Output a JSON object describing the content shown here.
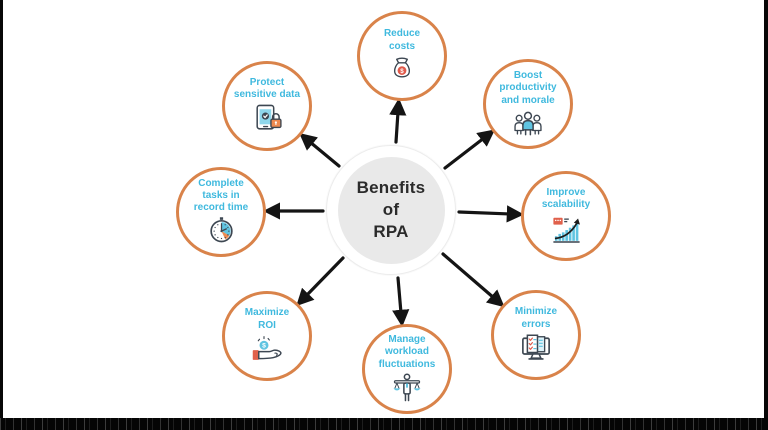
{
  "center": {
    "title": "Benefits\nof\nRPA"
  },
  "nodes": [
    {
      "id": "reduce-costs",
      "label": "Reduce\ncosts",
      "icon": "money-bag-icon"
    },
    {
      "id": "boost-productivity-and-morale",
      "label": "Boost\nproductivity\nand morale",
      "icon": "team-icon"
    },
    {
      "id": "improve-scalability",
      "label": "Improve\nscalability",
      "icon": "growth-chart-icon"
    },
    {
      "id": "minimize-errors",
      "label": "Minimize\nerrors",
      "icon": "monitor-checklist-icon"
    },
    {
      "id": "manage-workload-fluctuations",
      "label": "Manage\nworkload\nfluctuations",
      "icon": "balance-scales-icon"
    },
    {
      "id": "maximize-roi",
      "label": "Maximize\nROI",
      "icon": "hand-coin-icon"
    },
    {
      "id": "complete-tasks-in-record-time",
      "label": "Complete\ntasks in\nrecord time",
      "icon": "stopwatch-icon"
    },
    {
      "id": "protect-sensitive-data",
      "label": "Protect\nsensitive data",
      "icon": "tablet-lock-icon"
    }
  ],
  "colors": {
    "node_ring_orange": "#d9834a",
    "label_cyan": "#3fb9de",
    "center_circle_fill": "#e9e9e9",
    "arrow_black": "#141414",
    "icon_outline_dark": "#3d4752",
    "icon_cyan": "#5fc4e1",
    "icon_red": "#e05a4b",
    "icon_orange": "#ed8a50",
    "frame_black": "#070707"
  }
}
